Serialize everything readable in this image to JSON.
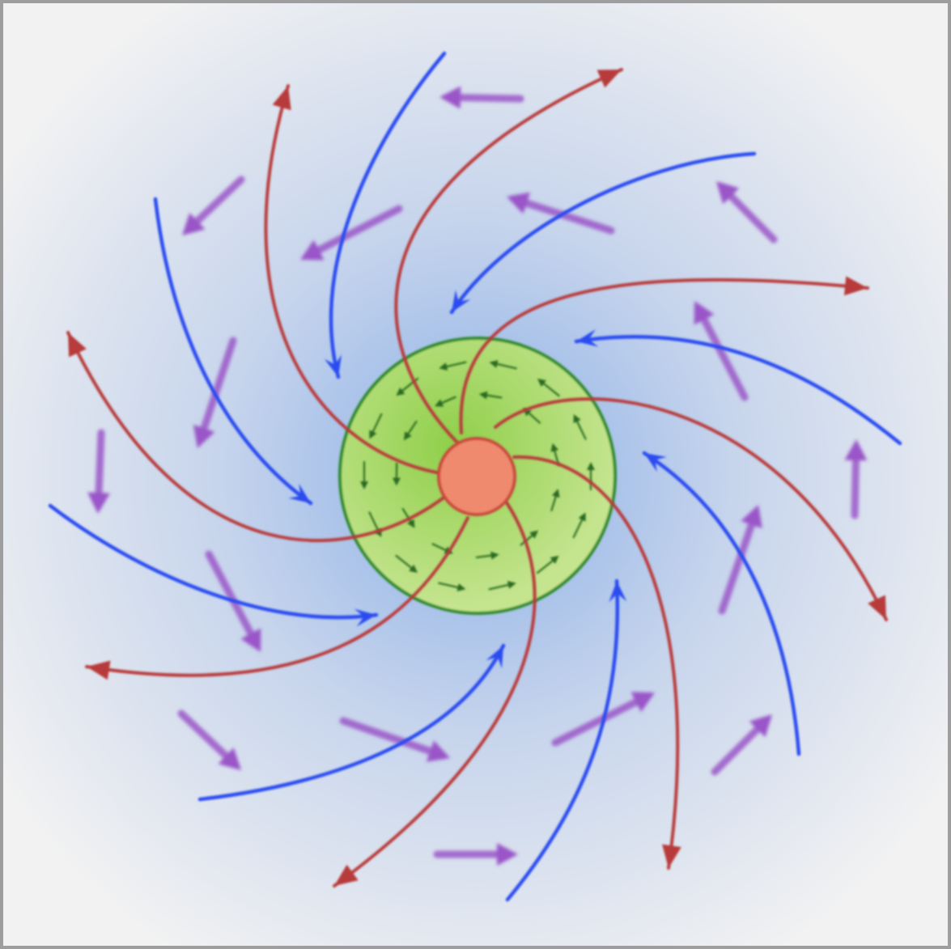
{
  "diagram": {
    "colors": {
      "background_center": "#8ab0e8",
      "background_mid": "#c6d4ec",
      "background_edge": "#f2f2f2",
      "frame": "#9e9e9e",
      "outward_field_line": "#b83a3a",
      "inward_field_line": "#2a4cf0",
      "drift_arrow": "#9a55c8",
      "sphere_fill": "#a6d66a",
      "sphere_outline": "#2a8a2a",
      "inner_flow_arrow": "#2a6a20",
      "core_fill": "#f08a6e",
      "core_outline": "#c84a3a"
    },
    "icons": {
      "outward_arrowhead": "triangle-arrowhead",
      "inward_arrowhead": "barbed-arrowhead",
      "drift_arrowhead": "small-arrowhead"
    }
  }
}
